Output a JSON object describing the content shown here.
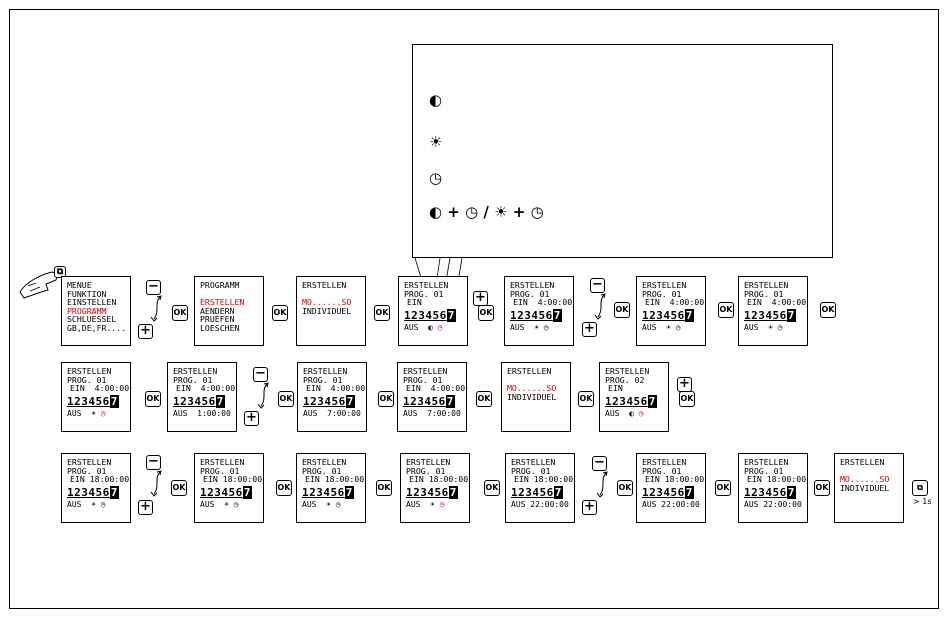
{
  "icons": {
    "moon": "moon-icon",
    "sun": "sun-icon",
    "clock": "clock-icon"
  },
  "colors": {
    "highlight": "#e00000"
  },
  "callout": {
    "row1": "◐",
    "row2": "☀",
    "row3": "◷",
    "row4": "◐ + ◷ / ☀ + ◷"
  },
  "buttons": {
    "ok": "OK",
    "plus": "+",
    "minus": "−",
    "hold_time": "> 1s"
  },
  "row1": [
    {
      "lines": [
        "MENUE",
        "FUNKTION",
        "EINSTELLEN",
        "PROGRAMM",
        "SCHLUESSEL",
        "GB,DE,FR...."
      ]
    },
    {
      "lines": [
        "PROGRAMM",
        "",
        "ERSTELLEN",
        "AENDERN",
        "PRUEFEN",
        "LOESCHEN"
      ]
    },
    {
      "lines": [
        "ERSTELLEN",
        "",
        "MO......SO",
        "INDIVIDUEL"
      ]
    },
    {
      "title": "ERSTELLEN",
      "prog": "PROG. 01",
      "ein": "EIN",
      "days": "123456",
      "days_inv": "7",
      "aus": "AUS"
    },
    {
      "title": "ERSTELLEN",
      "prog": "PROG. 01",
      "ein": "EIN  4:00:00",
      "days": "123456",
      "days_inv": "7",
      "aus": "AUS"
    },
    {
      "title": "ERSTELLEN",
      "prog": "PROG. 01",
      "ein": "EIN  4:00:00",
      "days": "123456",
      "days_inv": "7",
      "aus": "AUS"
    },
    {
      "title": "ERSTELLEN",
      "prog": "PROG. 01",
      "ein": "EIN  4:00:00",
      "days": "123456",
      "days_inv": "7",
      "aus": "AUS"
    }
  ],
  "row2": [
    {
      "title": "ERSTELLEN",
      "prog": "PROG. 01",
      "ein": "EIN  4:00:00",
      "days": "123456",
      "days_inv": "7",
      "aus": "AUS"
    },
    {
      "title": "ERSTELLEN",
      "prog": "PROG. 01",
      "ein": "EIN  4:00:00",
      "days": "123456",
      "days_inv": "7",
      "aus": "AUS  1:00:00"
    },
    {
      "title": "ERSTELLEN",
      "prog": "PROG. 01",
      "ein": "EIN  4:00:00",
      "days": "123456",
      "days_inv": "7",
      "aus": "AUS  7:00:00"
    },
    {
      "title": "ERSTELLEN",
      "prog": "PROG. 01",
      "ein": "EIN  4:00:00",
      "days": "123456",
      "days_inv": "7",
      "aus": "AUS  7:00:00"
    },
    {
      "lines": [
        "ERSTELLEN",
        "",
        "MO......SO",
        "INDIVIDUEL"
      ]
    },
    {
      "title": "ERSTELLEN",
      "prog": "PROG. 02",
      "ein": "EIN",
      "days": "123456",
      "days_inv": "7",
      "aus": "AUS"
    }
  ],
  "row3": [
    {
      "title": "ERSTELLEN",
      "prog": "PROG. 01",
      "ein": "EIN 18:00:00",
      "days": "123456",
      "days_inv": "7",
      "aus": "AUS"
    },
    {
      "title": "ERSTELLEN",
      "prog": "PROG. 01",
      "ein": "EIN 18:00:00",
      "days": "123456",
      "days_inv": "7",
      "aus": "AUS"
    },
    {
      "title": "ERSTELLEN",
      "prog": "PROG. 01",
      "ein": "EIN 18:00:00",
      "days": "123456",
      "days_inv": "7",
      "aus": "AUS"
    },
    {
      "title": "ERSTELLEN",
      "prog": "PROG. 01",
      "ein": "EIN 18:00:00",
      "days": "123456",
      "days_inv": "7",
      "aus": "AUS"
    },
    {
      "title": "ERSTELLEN",
      "prog": "PROG. 01",
      "ein": "EIN 18:00:00",
      "days": "123456",
      "days_inv": "7",
      "aus": "AUS 22:00:00"
    },
    {
      "title": "ERSTELLEN",
      "prog": "PROG. 01",
      "ein": "EIN 18:00:00",
      "days": "123456",
      "days_inv": "7",
      "aus": "AUS 22:00:00"
    },
    {
      "title": "ERSTELLEN",
      "prog": "PROG. 01",
      "ein": "EIN 18:00:00",
      "days": "123456",
      "days_inv": "7",
      "aus": "AUS 22:00:00"
    },
    {
      "lines": [
        "ERSTELLEN",
        "",
        "MO......SO",
        "INDIVIDUEL"
      ]
    }
  ]
}
